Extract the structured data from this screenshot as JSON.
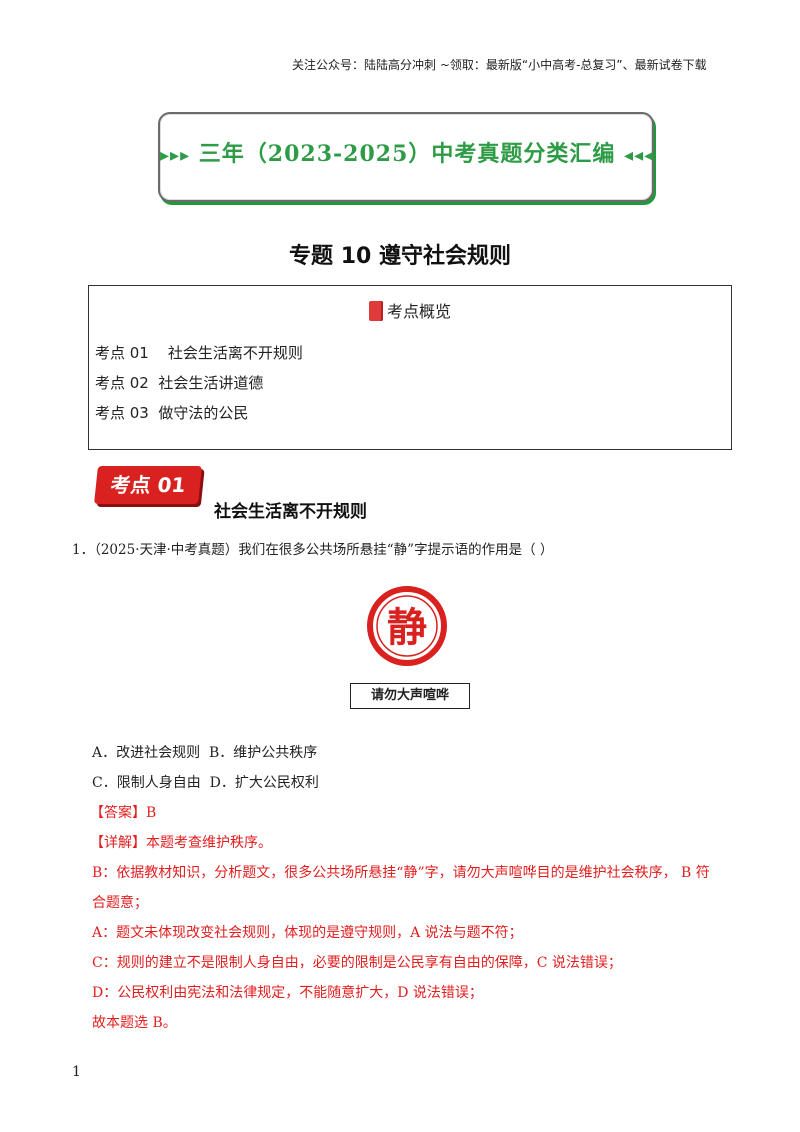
{
  "header_note": "关注公众号：陆陆高分冲刺 ~领取：最新版“小中高考-总复习”、最新试卷下载",
  "banner": {
    "left_arrows": "▸▸▸",
    "title": "三年（2023-2025）中考真题分类汇编",
    "right_arrows": "◂◂◂"
  },
  "topic_title": "专题 10 遵守社会规则",
  "overview": {
    "heading": "考点概览",
    "items": [
      "考点 01    社会生活离不开规则",
      "考点 02  社会生活讲道德",
      "考点 03  做守法的公民"
    ]
  },
  "badge": "考点 01",
  "section_title": "社会生活离不开规则",
  "question": {
    "text": "1．（2025·天津·中考真题）我们在很多公共场所悬挂“静”字提示语的作用是（    ）",
    "sign_char": "静",
    "sign_label": "请勿大声喧哗",
    "options": [
      "A．改进社会规则  B．维护公共秩序",
      "C．限制人身自由  D．扩大公民权利"
    ]
  },
  "answer": {
    "answer_line": "【答案】B",
    "detail_line": "【详解】本题考查维护秩序。",
    "b_line1": "B：依据教材知识，分析题文，很多公共场所悬挂“静”字，请勿大声喧哗目的是维护社会秩序，  B 符",
    "b_line2": "合题意；",
    "a_line": "A：题文未体现改变社会规则，体现的是遵守规则，A 说法与题不符；",
    "c_line": "C：规则的建立不是限制人身自由，必要的限制是公民享有自由的保障，C 说法错误；",
    "d_line": "D：公民权利由宪法和法律规定，不能随意扩大，D 说法错误；",
    "conclusion": "故本题选 B。"
  },
  "page_number": "1",
  "colors": {
    "banner_green": "#2e9b46",
    "badge_red": "#d9211f",
    "answer_red": "#e21e1e"
  }
}
